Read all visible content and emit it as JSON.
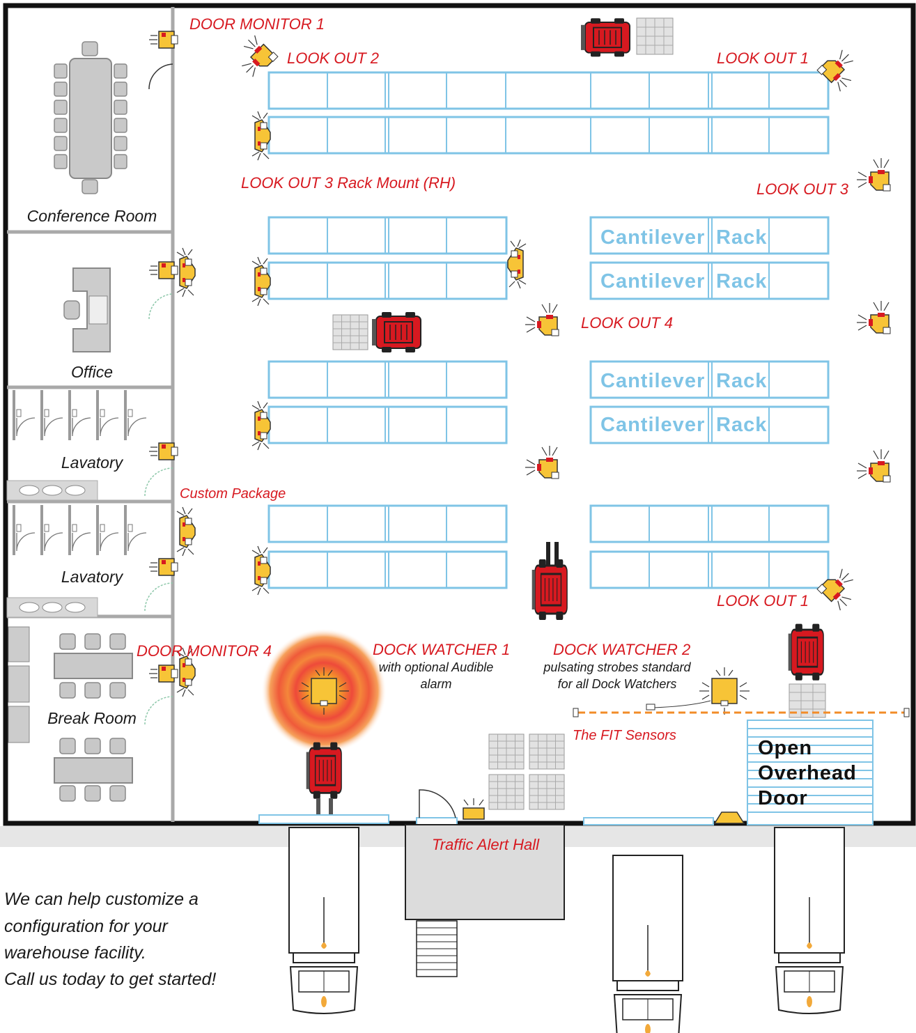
{
  "labels": {
    "door_monitor_1": "DOOR MONITOR 1",
    "look_out_2": "LOOK OUT 2",
    "look_out_1_top": "LOOK OUT 1",
    "look_out_3_rack": "LOOK OUT 3 Rack Mount (RH)",
    "look_out_3": "LOOK OUT 3",
    "look_out_4": "LOOK OUT 4",
    "custom_package": "Custom Package",
    "look_out_1_bottom": "LOOK OUT 1",
    "door_monitor_4": "DOOR MONITOR 4",
    "dock_watcher_1": "DOCK WATCHER 1",
    "dock_watcher_1_note_1": "with optional Audible",
    "dock_watcher_1_note_2": "alarm",
    "dock_watcher_2": "DOCK WATCHER 2",
    "dock_watcher_2_note_1": "pulsating strobes standard",
    "dock_watcher_2_note_2": "for all Dock Watchers",
    "fit_sensors": "The FIT Sensors",
    "traffic_alert_hall": "Traffic Alert Hall"
  },
  "rooms": {
    "conference": "Conference Room",
    "office": "Office",
    "lavatory_1": "Lavatory",
    "lavatory_2": "Lavatory",
    "break_room": "Break Room"
  },
  "racks": {
    "cantilever_word_1": "Cantilever",
    "cantilever_word_2": "Rack"
  },
  "overhead_door": {
    "line_1": "Open",
    "line_2": "Overhead",
    "line_3": "Door"
  },
  "footer": {
    "line_1": "We can help customize a",
    "line_2": "configuration for your",
    "line_3": "warehouse facility.",
    "line_4": "Call us today to get started!"
  },
  "colors": {
    "rack_outline": "#7fc4e6",
    "label_red": "#d71920",
    "device_yellow": "#f7c437",
    "forklift_red": "#d71920",
    "fit_beam_orange": "#f28c28"
  }
}
